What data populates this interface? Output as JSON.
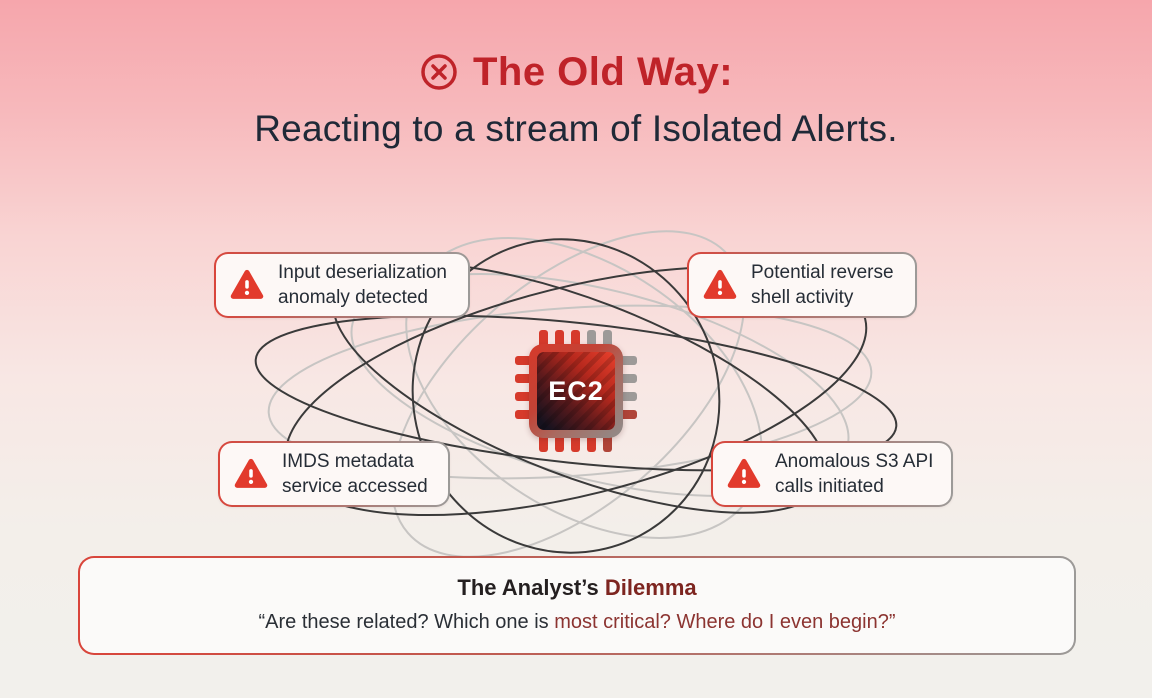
{
  "header": {
    "badge_icon": "error-circle-icon",
    "title": "The Old Way:",
    "subtitle": "Reacting to a stream of Isolated Alerts."
  },
  "center_node": {
    "label": "EC2"
  },
  "alerts": [
    {
      "icon": "warning-triangle-icon",
      "lines": [
        "Input deserialization",
        "anomaly detected"
      ]
    },
    {
      "icon": "warning-triangle-icon",
      "lines": [
        "Potential reverse",
        "shell activity"
      ]
    },
    {
      "icon": "warning-triangle-icon",
      "lines": [
        "IMDS metadata",
        "service accessed"
      ]
    },
    {
      "icon": "warning-triangle-icon",
      "lines": [
        "Anomalous S3 API",
        "calls initiated"
      ]
    }
  ],
  "dilemma": {
    "title_prefix": "The Analyst’s ",
    "title_highlight": "Dilemma",
    "quote_prefix": "“Are these related? Which one is ",
    "quote_highlight": "most critical? Where do I even begin?”"
  },
  "colors": {
    "title_red": "#bf2329",
    "alert_red": "#e23a2c",
    "heading_dark": "#1f2937",
    "dilemma_maroon": "#7d2520",
    "quote_red": "#8c3431",
    "orbit_dark": "#3a3a3a",
    "orbit_light": "#c7c5c3",
    "bg_top_pink": "#f6a6ac",
    "bg_bottom": "#f2f0ec"
  }
}
